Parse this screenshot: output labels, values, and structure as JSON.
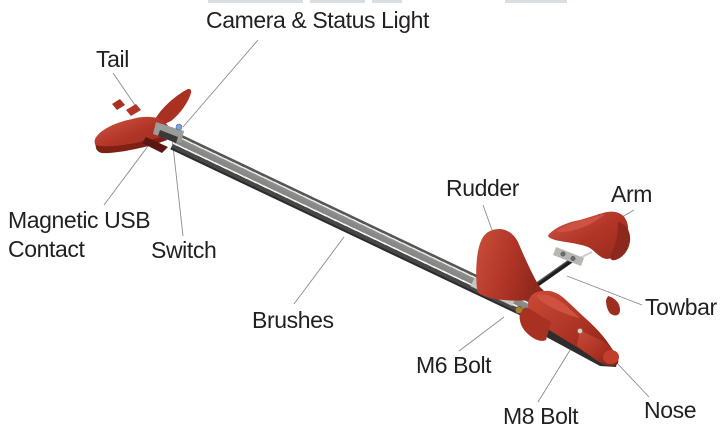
{
  "diagram": {
    "subject": "robot-anatomy-diagram",
    "labels": {
      "camera_status": "Camera & Status Light",
      "tail": "Tail",
      "magnetic_usb": "Magnetic USB Contact",
      "switch": "Switch",
      "brushes": "Brushes",
      "rudder": "Rudder",
      "arm": "Arm",
      "towbar": "Towbar",
      "m6_bolt": "M6 Bolt",
      "m8_bolt": "M8 Bolt",
      "nose": "Nose"
    },
    "colors": {
      "body_red": "#b23527",
      "red_highlight": "#cd5242",
      "red_shadow": "#7e2114",
      "pole_gray": "#8f8f8f",
      "pole_dark": "#3f3f3f",
      "pole_light": "#e8e6e2",
      "brush_strip": "#2d2d2d",
      "bolt_gold": "#aa8130",
      "bolt_silver": "#d9d2c8",
      "camera_blue": "#7fa3cc",
      "leader_line": "#8b8b8b",
      "text": "#231f20",
      "background": "#ffffff"
    }
  }
}
